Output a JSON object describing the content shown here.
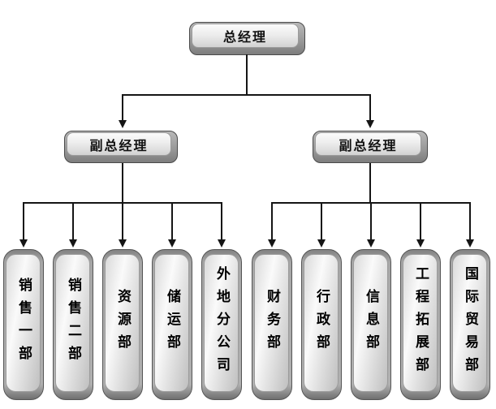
{
  "diagram": {
    "type": "org-chart",
    "root": {
      "label": "总经理"
    },
    "deputies": [
      {
        "label": "副总经理"
      },
      {
        "label": "副总经理"
      }
    ],
    "departments": [
      {
        "label": "销售一部",
        "group": "left"
      },
      {
        "label": "销售二部",
        "group": "left"
      },
      {
        "label": "资源部",
        "group": "left"
      },
      {
        "label": "储运部",
        "group": "left"
      },
      {
        "label": "外地分公司",
        "group": "left"
      },
      {
        "label": "财务部",
        "group": "right"
      },
      {
        "label": "行政部",
        "group": "right"
      },
      {
        "label": "信息部",
        "group": "right"
      },
      {
        "label": "工程拓展部",
        "group": "right"
      },
      {
        "label": "国际贸易部",
        "group": "right"
      }
    ],
    "colors": {
      "background": "#ffffff",
      "line": "#151515",
      "node_border": "#4a4a4a",
      "node_base_fill": "#9a9a9a",
      "node_inner_light": "#fbfbfb",
      "node_inner_dark": "#d2d2d2",
      "text": "#000000"
    }
  }
}
